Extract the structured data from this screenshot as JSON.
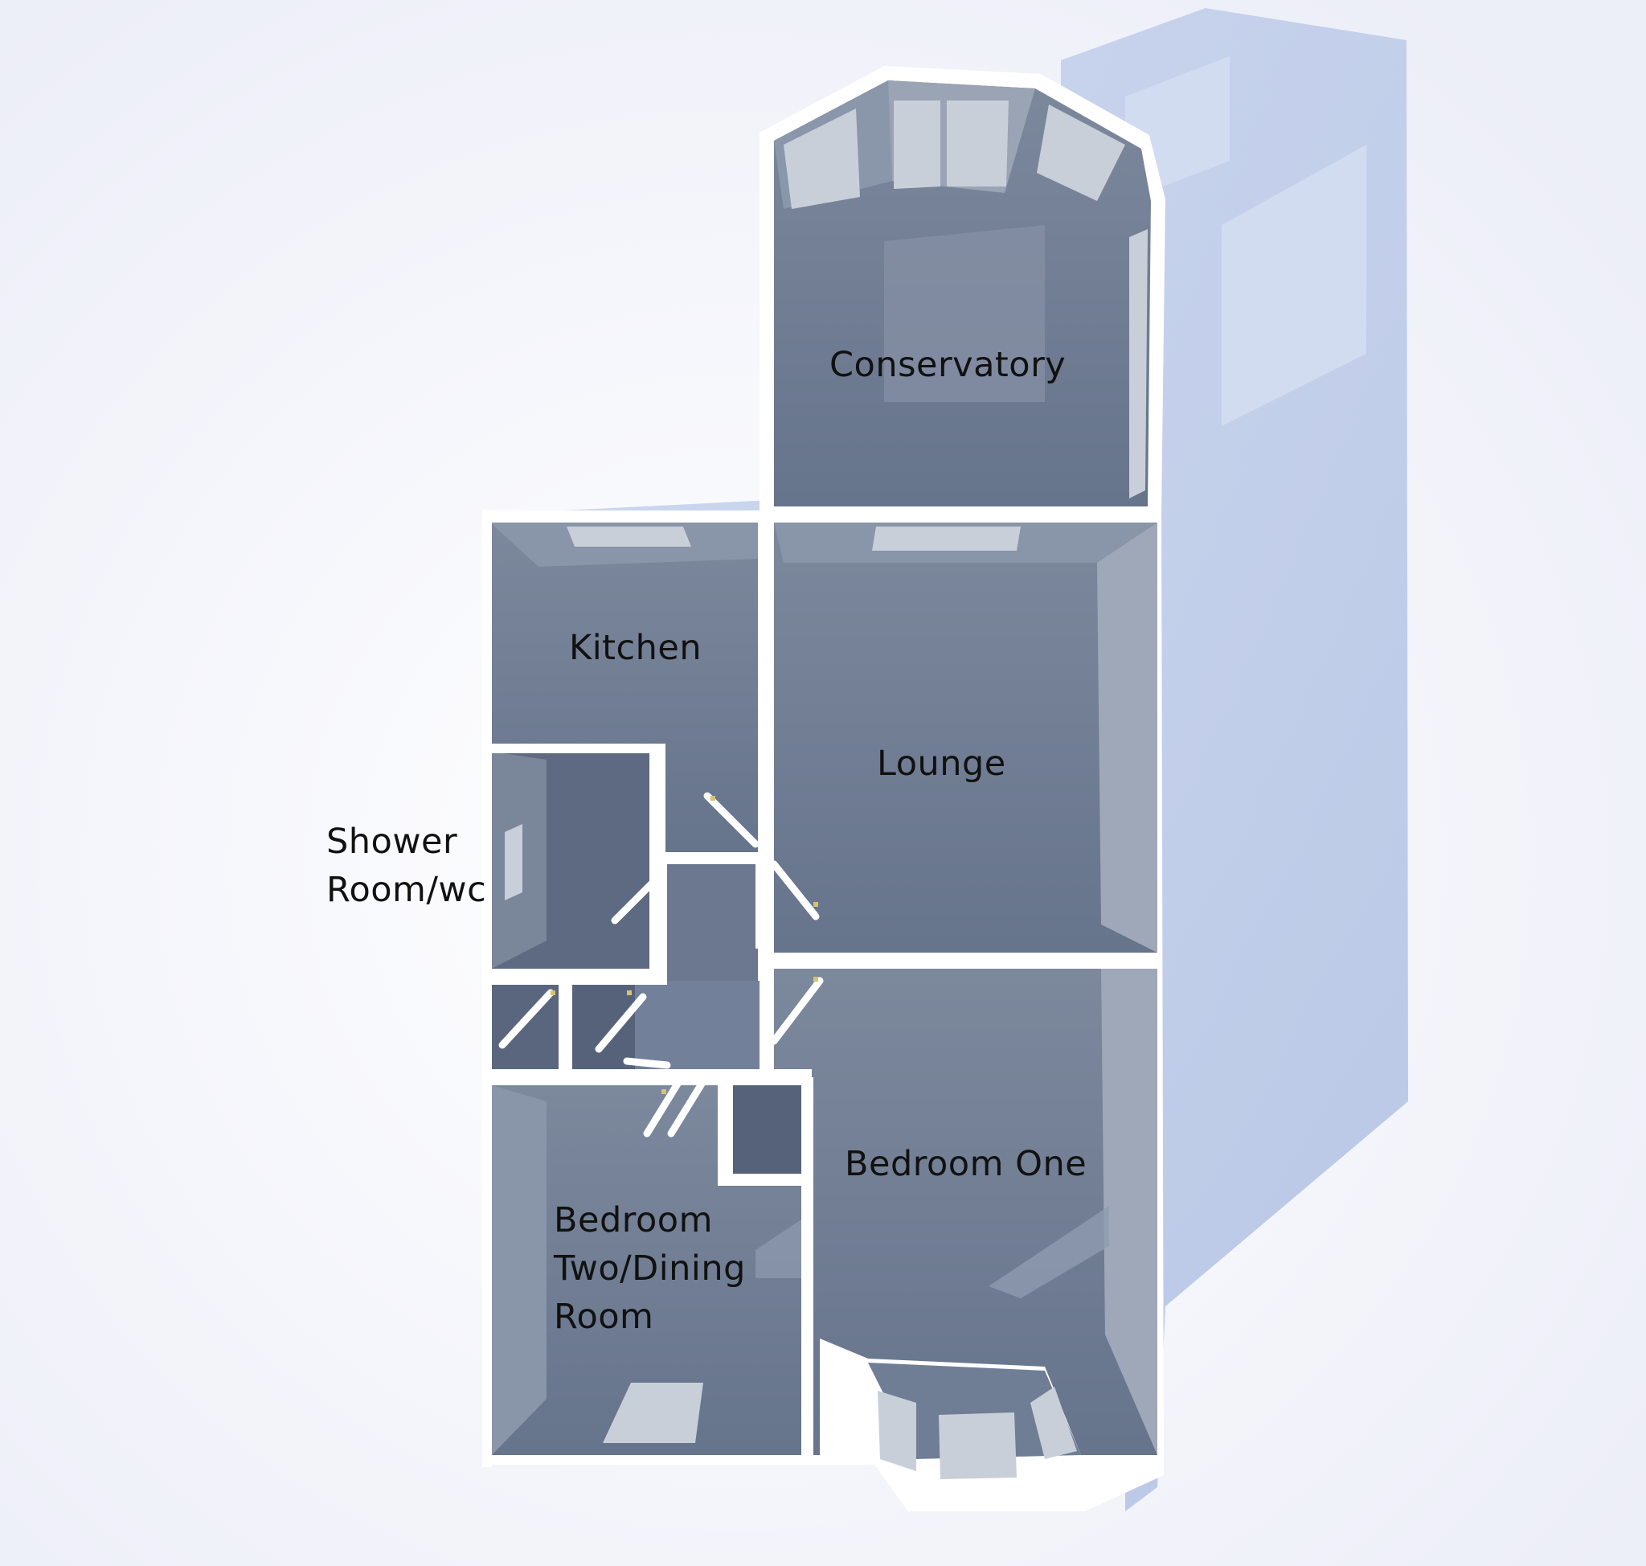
{
  "floorplan": {
    "rooms": [
      {
        "id": "conservatory",
        "lines": [
          "Conservatory"
        ]
      },
      {
        "id": "kitchen",
        "lines": [
          "Kitchen"
        ]
      },
      {
        "id": "lounge",
        "lines": [
          "Lounge"
        ]
      },
      {
        "id": "shower-room",
        "lines": [
          "Shower",
          "Room/wc"
        ]
      },
      {
        "id": "bedroom-one",
        "lines": [
          "Bedroom One"
        ]
      },
      {
        "id": "bedroom-two",
        "lines": [
          "Bedroom",
          "Two/Dining",
          "Room"
        ]
      }
    ],
    "colors": {
      "background": "#f1f1f8",
      "floor": "#6f7d94",
      "floor_dark": "#55627a",
      "wall": "#ffffff",
      "shadow": "#b9c8e6",
      "glass": "#c9cfd8",
      "label": "#111111"
    }
  }
}
